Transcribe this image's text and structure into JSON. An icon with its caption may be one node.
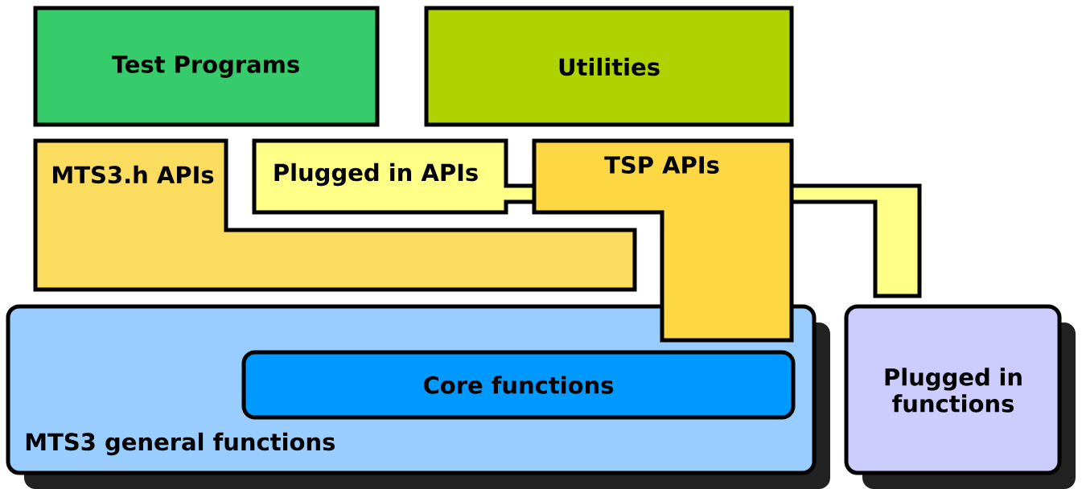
{
  "diagram": {
    "nodes": [
      {
        "text": [
          "Test Programs"
        ]
      },
      {
        "text": [
          "Utilities"
        ]
      },
      {
        "text": [
          "MTS3.h APIs"
        ]
      },
      {
        "text": [
          "Plugged in APIs"
        ]
      },
      {
        "text": [
          "TSP APIs"
        ]
      },
      {
        "text": [
          "MTS3 general functions"
        ]
      },
      {
        "text": [
          "Core functions"
        ],
        "in": 5
      },
      {
        "text": [
          "Plugged in functions"
        ]
      }
    ]
  }
}
